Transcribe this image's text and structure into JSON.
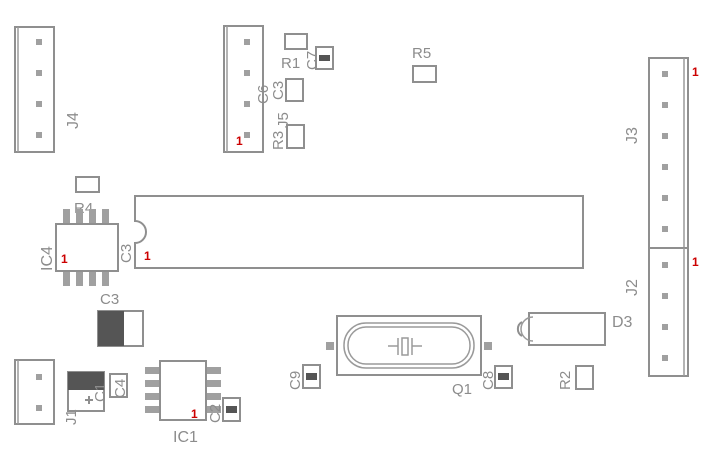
{
  "labels": {
    "j4": "J4",
    "j5": "J5",
    "j3": "J3",
    "j2": "J2",
    "j1": "J1",
    "r1": "R1",
    "r2": "R2",
    "r3": "R3",
    "r4": "R4",
    "r5": "R5",
    "c1": "C1",
    "c2": "C2",
    "c3": "C3",
    "c3b": "C3",
    "c3c": "C3",
    "c4": "C4",
    "c6": "C6",
    "c7": "C7",
    "c8": "C8",
    "c9": "C9",
    "ic1": "IC1",
    "ic4": "IC4",
    "d3": "D3",
    "q1": "Q1"
  },
  "pin1_marker": "1",
  "colors": {
    "silkscreen": "#8f8f8f",
    "pin1_marker": "#cc0000",
    "pad": "#a0a0a0",
    "background": "#ffffff"
  }
}
